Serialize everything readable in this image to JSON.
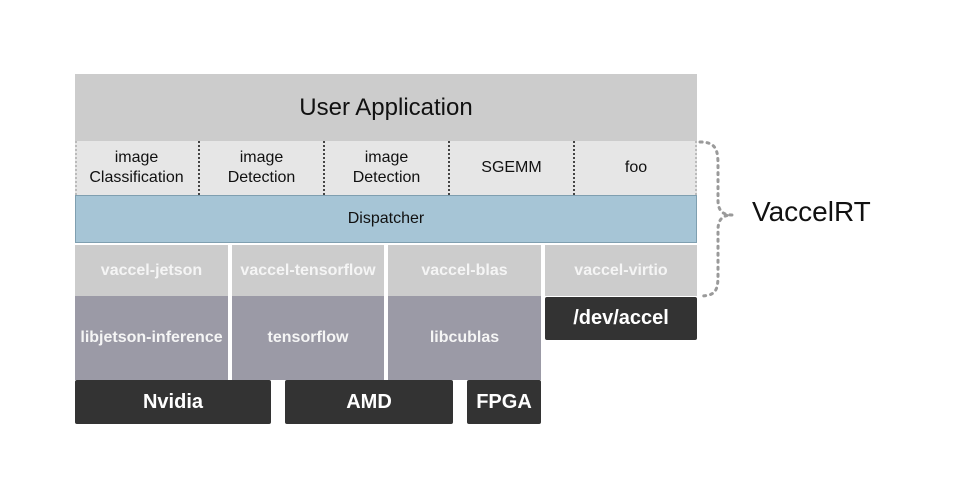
{
  "user_application": "User Application",
  "operations": [
    {
      "line1": "image",
      "line2": "Classification"
    },
    {
      "line1": "image",
      "line2": "Detection"
    },
    {
      "line1": "image",
      "line2": "Detection"
    },
    {
      "line1": "SGEMM",
      "line2": ""
    },
    {
      "line1": "foo",
      "line2": ""
    }
  ],
  "dispatcher": "Dispatcher",
  "plugins": [
    "vaccel-jetson",
    "vaccel-tensorflow",
    "vaccel-blas",
    "vaccel-virtio"
  ],
  "libraries": [
    "libjetson-inference",
    "tensorflow",
    "libcublas"
  ],
  "dev_accel": "/dev/accel",
  "hardware": [
    "Nvidia",
    "AMD",
    "FPGA"
  ],
  "runtime_label": "VaccelRT",
  "colors": {
    "user_app_bg": "#cccccc",
    "operations_bg": "#e6e6e6",
    "dispatcher_bg": "#a6c5d6",
    "plugin_bg": "#cccccc",
    "library_bg": "#9b9aa6",
    "hardware_bg": "#333333"
  }
}
